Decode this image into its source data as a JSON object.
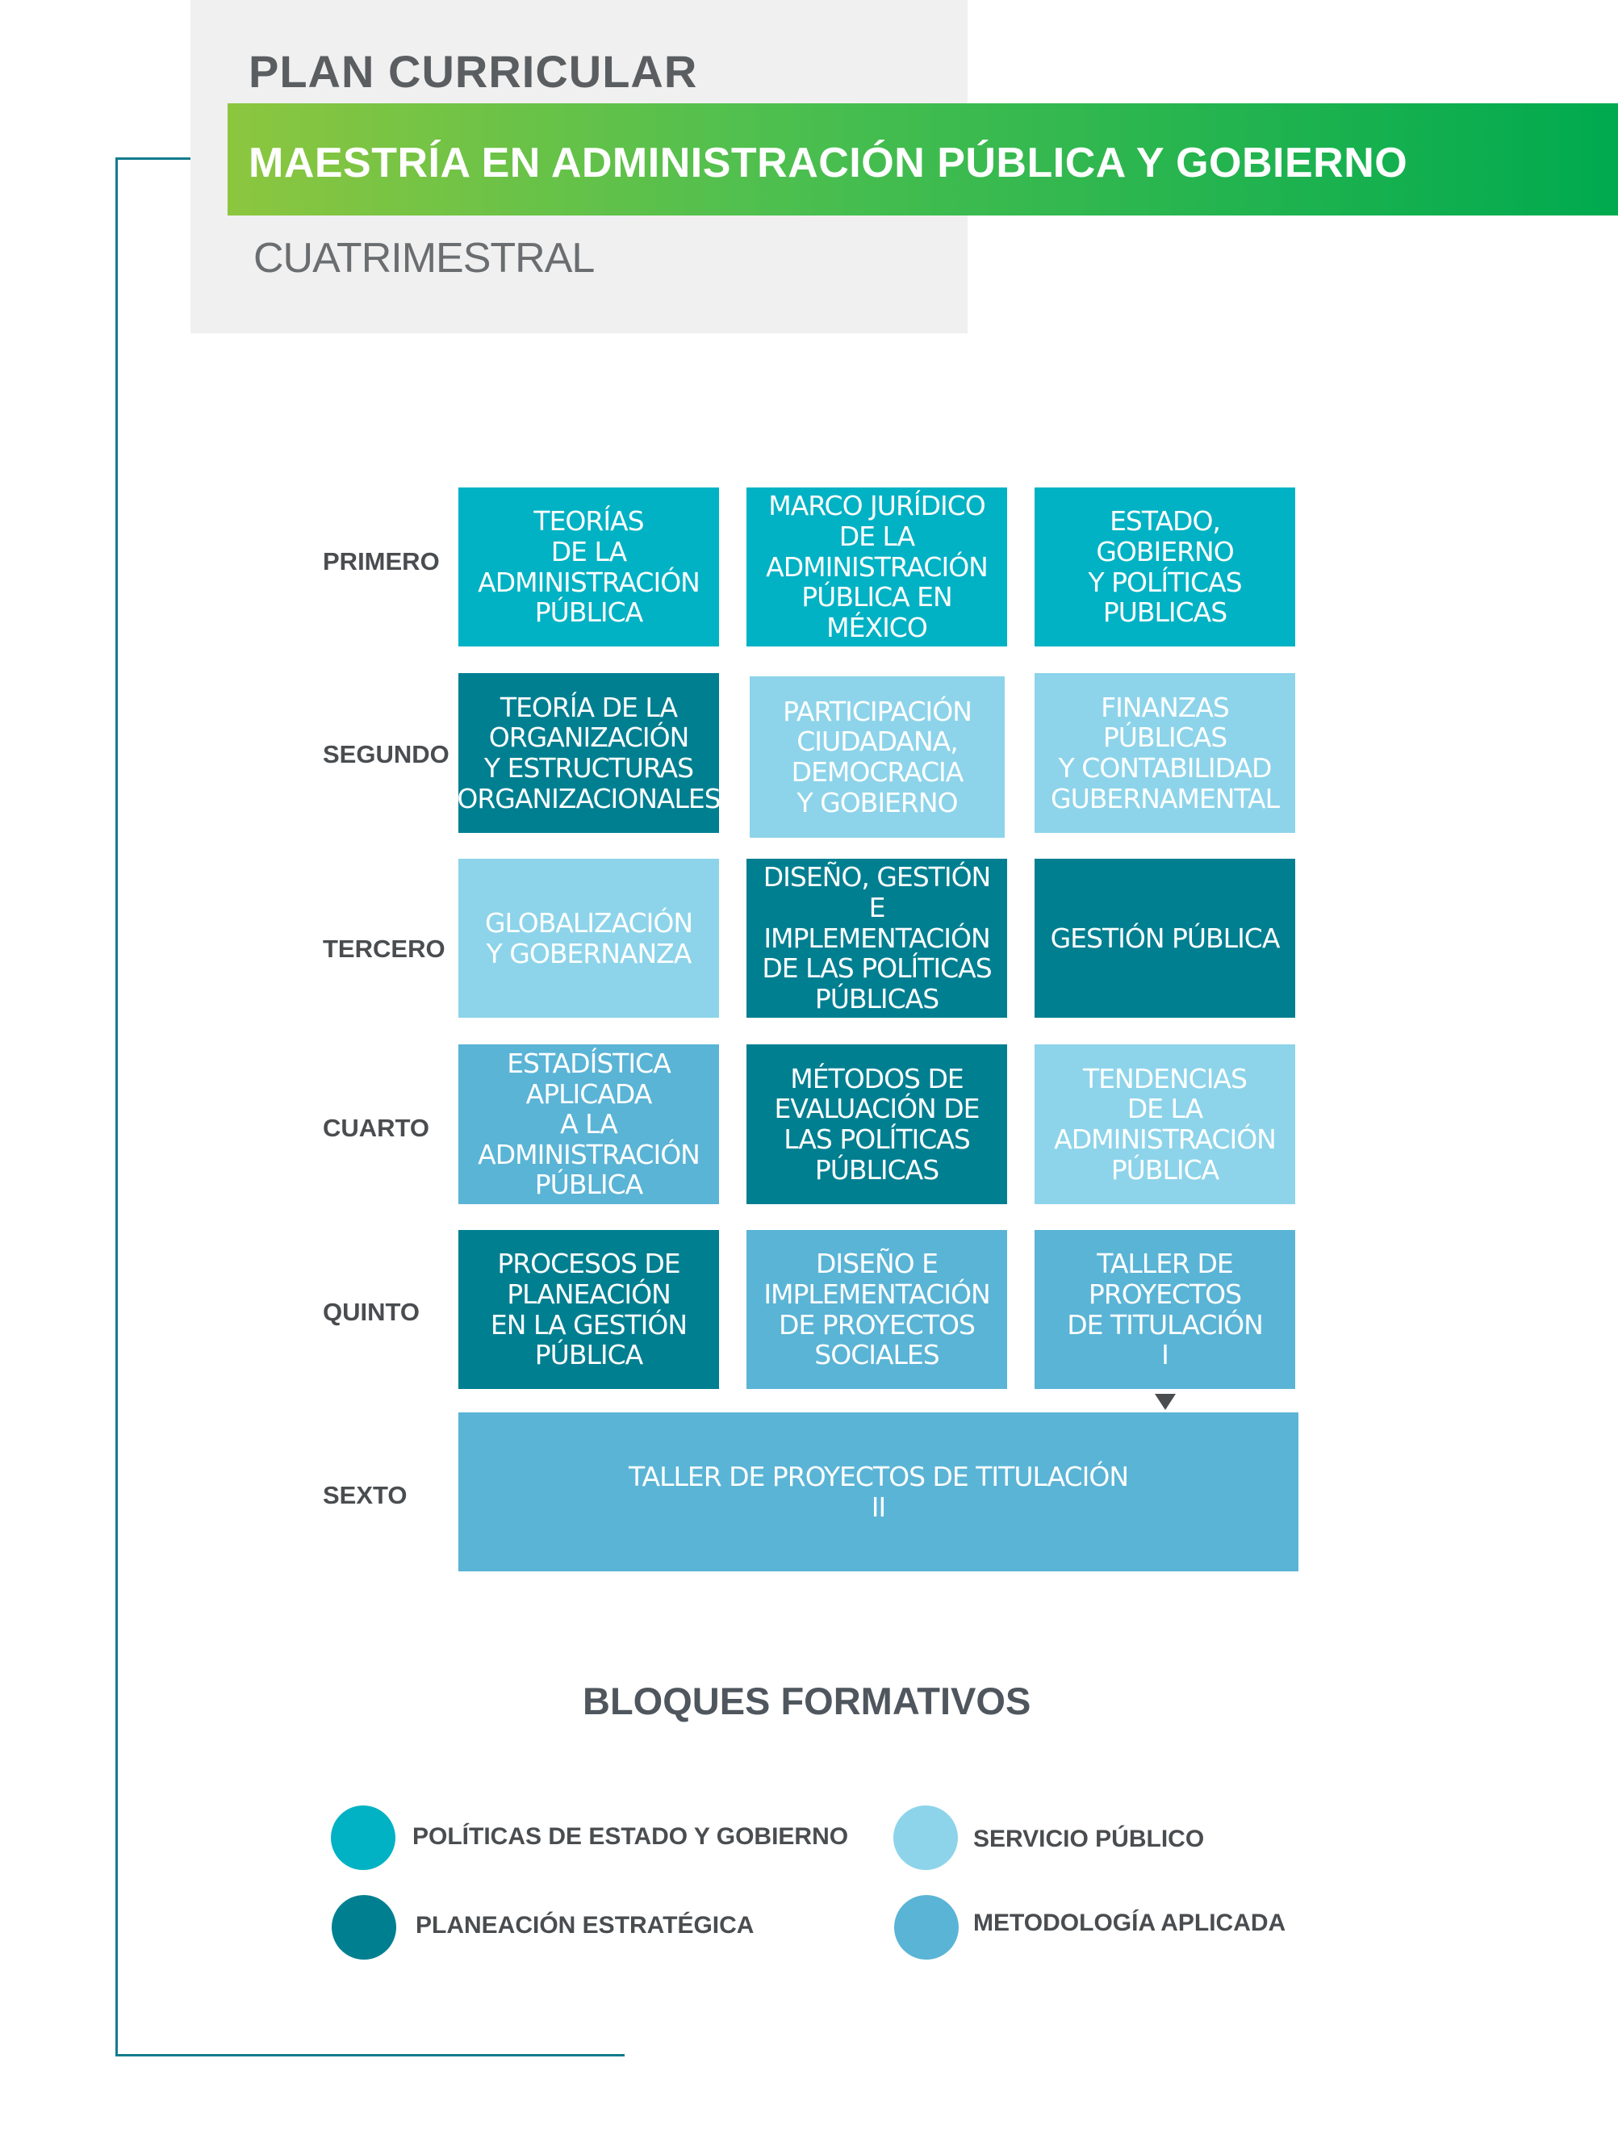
{
  "header": {
    "plan_title": "PLAN CURRICULAR",
    "program_title": "MAESTRÍA EN ADMINISTRACIÓN PÚBLICA Y GOBIERNO",
    "modality": "CUATRIMESTRAL"
  },
  "terms": [
    "PRIMERO",
    "SEGUNDO",
    "TERCERO",
    "CUARTO",
    "QUINTO",
    "SEXTO"
  ],
  "courses": [
    {
      "text": "TEORÍAS\nDE LA\nADMINISTRACIÓN\nPÚBLICA",
      "block": "politicas"
    },
    {
      "text": "MARCO JURÍDICO\nDE LA\nADMINISTRACIÓN\nPÚBLICA EN\nMÉXICO",
      "block": "politicas"
    },
    {
      "text": "ESTADO,\nGOBIERNO\nY POLÍTICAS\nPUBLICAS",
      "block": "politicas"
    },
    {
      "text": "TEORÍA DE LA\nORGANIZACIÓN\nY ESTRUCTURAS\nORGANIZACIONALES",
      "block": "planeacion"
    },
    {
      "text": "PARTICIPACIÓN\nCIUDADANA,\nDEMOCRACIA\nY GOBIERNO",
      "block": "servicio"
    },
    {
      "text": "FINANZAS\nPÚBLICAS\nY CONTABILIDAD\nGUBERNAMENTAL",
      "block": "servicio"
    },
    {
      "text": "GLOBALIZACIÓN\nY GOBERNANZA",
      "block": "servicio"
    },
    {
      "text": "DISEÑO, GESTIÓN E\nIMPLEMENTACIÓN\nDE LAS POLÍTICAS\nPÚBLICAS",
      "block": "planeacion"
    },
    {
      "text": "GESTIÓN PÚBLICA",
      "block": "planeacion"
    },
    {
      "text": "ESTADÍSTICA\nAPLICADA\nA LA\nADMINISTRACIÓN\nPÚBLICA",
      "block": "metodologia"
    },
    {
      "text": "MÉTODOS DE\nEVALUACIÓN DE\nLAS POLÍTICAS\nPÚBLICAS",
      "block": "planeacion"
    },
    {
      "text": "TENDENCIAS\nDE LA\nADMINISTRACIÓN\nPÚBLICA",
      "block": "servicio"
    },
    {
      "text": "PROCESOS DE\nPLANEACIÓN\nEN LA GESTIÓN\nPÚBLICA",
      "block": "planeacion"
    },
    {
      "text": "DISEÑO E\nIMPLEMENTACIÓN\nDE PROYECTOS\nSOCIALES",
      "block": "metodologia"
    },
    {
      "text": "TALLER DE\nPROYECTOS\nDE TITULACIÓN\nI",
      "block": "metodologia"
    },
    {
      "text": "TALLER DE PROYECTOS DE TITULACIÓN\nII",
      "block": "metodologia"
    }
  ],
  "legend": {
    "title": "BLOQUES FORMATIVOS",
    "items": [
      {
        "label": "POLÍTICAS DE ESTADO Y GOBIERNO",
        "color": "#00b2c4"
      },
      {
        "label": "SERVICIO PÚBLICO",
        "color": "#8dd4ea"
      },
      {
        "label": "PLANEACIÓN ESTRATÉGICA",
        "color": "#007f91"
      },
      {
        "label": "METODOLOGÍA APLICADA",
        "color": "#5ab4d6"
      }
    ]
  }
}
